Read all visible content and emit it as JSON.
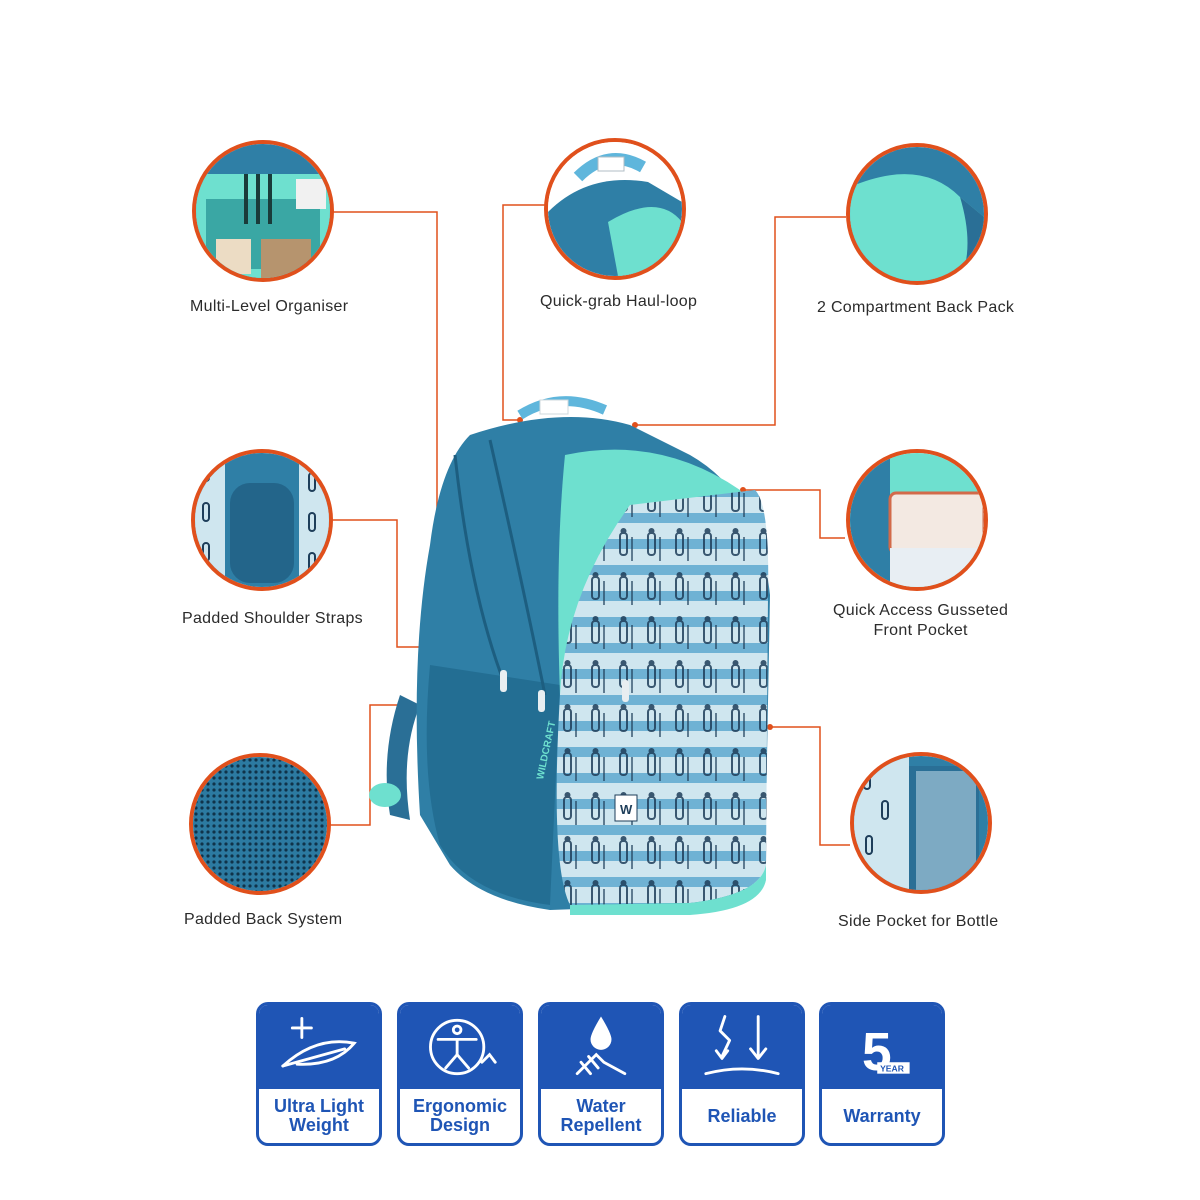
{
  "features": {
    "organiser": "Multi-Level Organiser",
    "haul_loop": "Quick-grab Haul-loop",
    "compartment": "2 Compartment Back Pack",
    "shoulder_straps": "Padded Shoulder Straps",
    "front_pocket_line1": "Quick Access Gusseted",
    "front_pocket_line2": "Front Pocket",
    "back_system": "Padded Back System",
    "side_pocket": "Side Pocket for Bottle"
  },
  "brand": {
    "side_text": "WILDCRAFT",
    "logo_text": "W"
  },
  "badges": [
    {
      "line1": "Ultra Light",
      "line2": "Weight",
      "icon": "feather-plus-icon"
    },
    {
      "line1": "Ergonomic",
      "line2": "Design",
      "icon": "ergonomic-person-icon"
    },
    {
      "line1": "Water",
      "line2": "Repellent",
      "icon": "water-drop-icon"
    },
    {
      "line1": "Reliable",
      "line2": "",
      "icon": "reliable-arrows-icon"
    },
    {
      "line1": "Warranty",
      "line2": "",
      "icon": "warranty-5-icon"
    }
  ],
  "warranty_badge": {
    "number": "5",
    "word": "YEAR"
  },
  "colors": {
    "accent_line": "#e0501c",
    "badge_blue": "#1f55b5",
    "bag_teal": "#2f7fa6",
    "bag_mint": "#6ee0cf"
  }
}
